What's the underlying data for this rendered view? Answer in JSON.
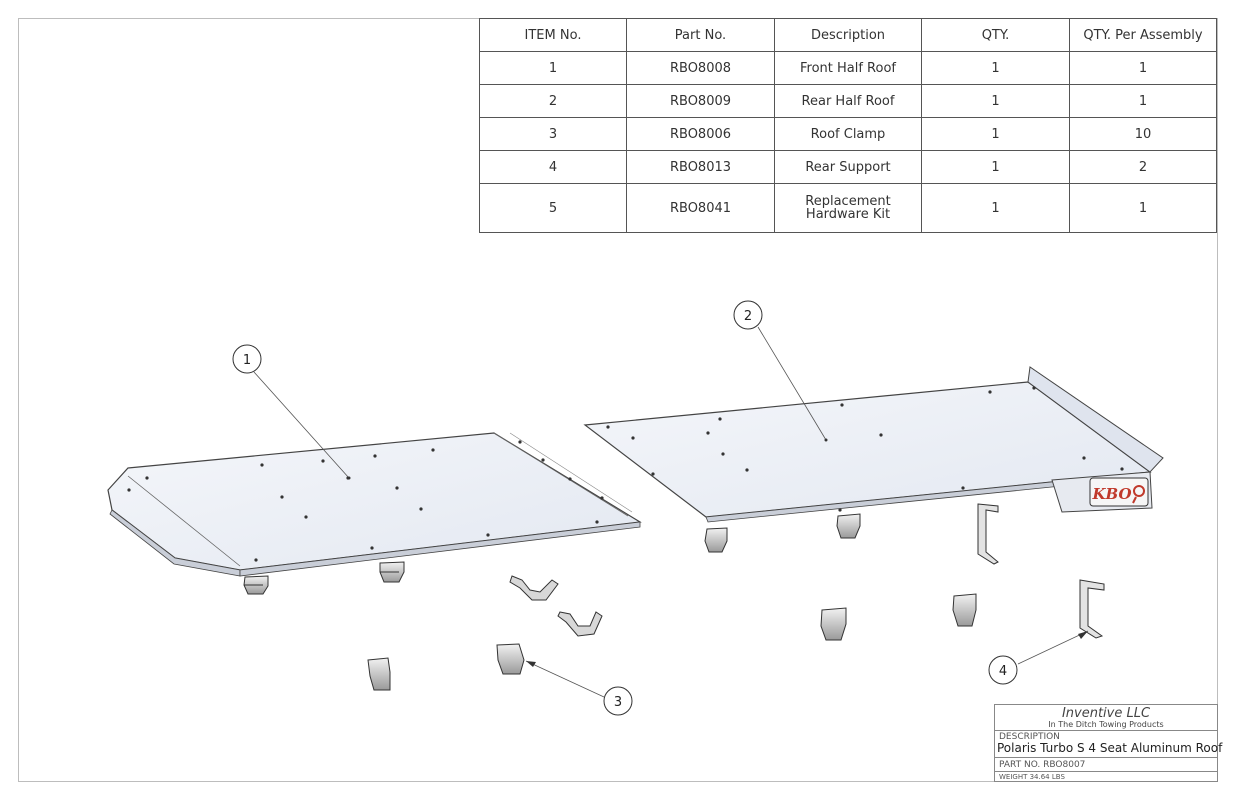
{
  "bom": {
    "headers": [
      "ITEM No.",
      "Part No.",
      "Description",
      "QTY.",
      "QTY. Per Assembly"
    ],
    "rows": [
      {
        "item": "1",
        "part": "RBO8008",
        "desc": "Front Half Roof",
        "qty": "1",
        "per": "1"
      },
      {
        "item": "2",
        "part": "RBO8009",
        "desc": "Rear Half Roof",
        "qty": "1",
        "per": "1"
      },
      {
        "item": "3",
        "part": "RBO8006",
        "desc": "Roof Clamp",
        "qty": "1",
        "per": "10"
      },
      {
        "item": "4",
        "part": "RBO8013",
        "desc": "Rear Support",
        "qty": "1",
        "per": "2"
      },
      {
        "item": "5",
        "part": "RBO8041",
        "desc_line1": "Replacement",
        "desc_line2": "Hardware Kit",
        "qty": "1",
        "per": "1"
      }
    ]
  },
  "balloons": {
    "b1": "1",
    "b2": "2",
    "b3": "3",
    "b4": "4"
  },
  "logo_text": "KBO",
  "title_block": {
    "company": "Inventive LLC",
    "subtitle": "In The Ditch Towing Products",
    "description_label": "DESCRIPTION",
    "description": "Polaris Turbo S 4 Seat Aluminum Roof",
    "part_no": "PART  NO.  RBO8007",
    "weight": "WEIGHT   34.64   LBS"
  },
  "colors": {
    "panel_fill": "#eef1f7",
    "outline": "#444444",
    "leader": "#555555",
    "logo": "#c0392b"
  }
}
